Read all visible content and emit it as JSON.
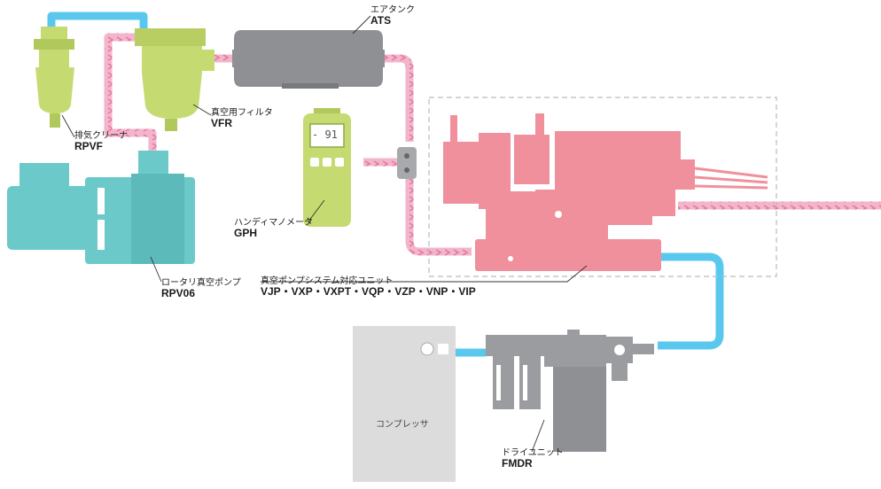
{
  "components": {
    "ats": {
      "jp": "エアタンク",
      "en": "ATS"
    },
    "vfr": {
      "jp": "真空用フィルタ",
      "en": "VFR"
    },
    "rpvf": {
      "jp": "排気クリーナ",
      "en": "RPVF"
    },
    "gph": {
      "jp": "ハンディマノメータ",
      "en": "GPH"
    },
    "rpv": {
      "jp": "ロータリ真空ポンプ",
      "en": "RPV06"
    },
    "unit": {
      "jp": "真空ポンプシステム対応ユニット",
      "en": "VJP・VXP・VXPT・VQP・VZP・VNP・VIP"
    },
    "compressor": {
      "jp": "コンプレッサ"
    },
    "fmdr": {
      "jp": "ドライユニット",
      "en": "FMDR"
    }
  },
  "gauge": {
    "display": "- 91"
  },
  "colors": {
    "pump": "#6cc9c9",
    "filter": "#c5db72",
    "tank": "#8e9094",
    "unit": "#f0909c",
    "vacuum_line": "#f2b6cc",
    "vacuum_arrow": "#e8759f",
    "air_line": "#5ac8ee",
    "compressor": "#dcdcdc",
    "dryer": "#9a9ca0"
  },
  "icons": [
    "pressure-gauge-icon",
    "flow-arrow-icon"
  ]
}
